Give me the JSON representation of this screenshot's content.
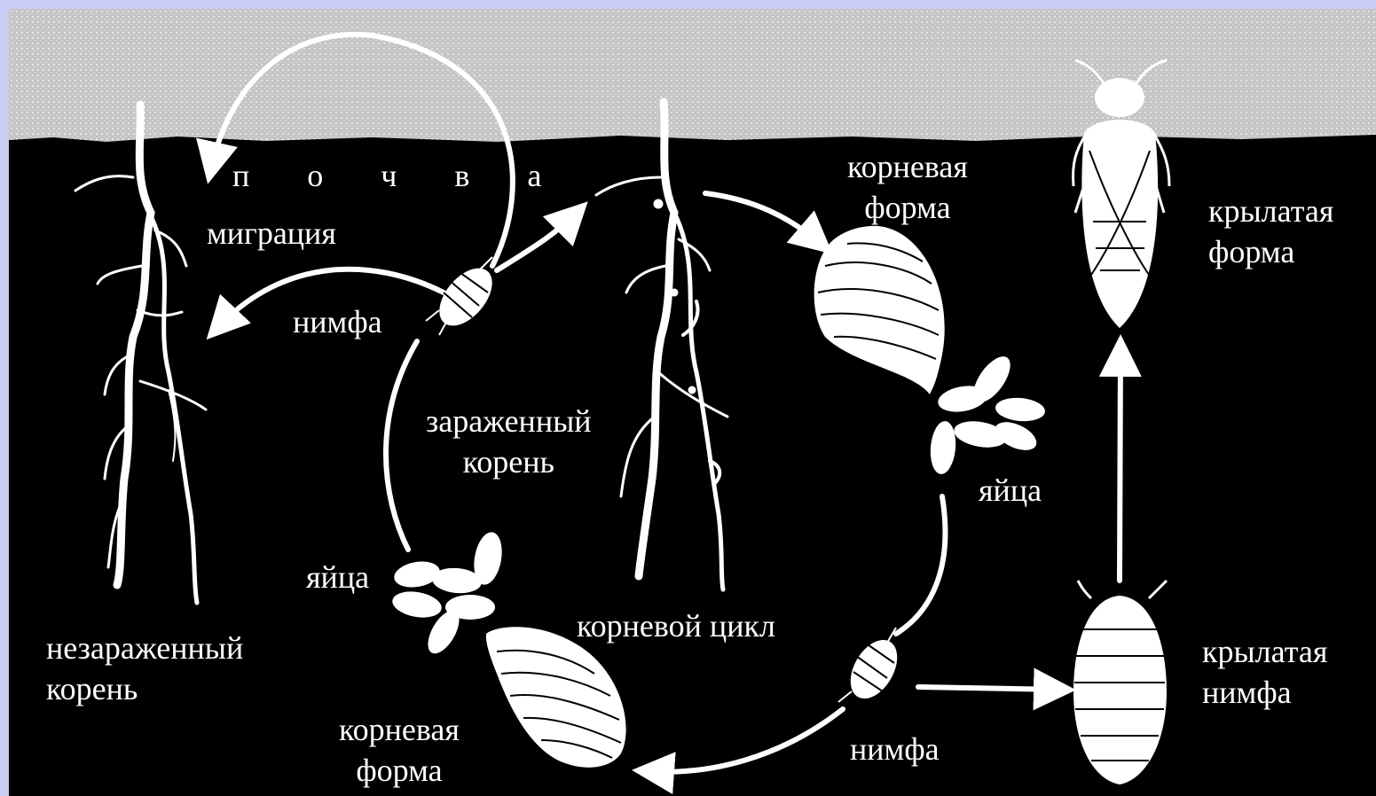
{
  "colors": {
    "frame": "#c9ccf4",
    "sky": "#c4c4c4",
    "soil": "#000000",
    "ink": "#ffffff"
  },
  "labels": {
    "soil": "п о ч в а",
    "migration": "миграция",
    "nymph_left": "нимфа",
    "infected_root_line1": "зараженный",
    "infected_root_line2": "корень",
    "root_form_top_line1": "корневая",
    "root_form_top_line2": "форма",
    "winged_form_line1": "крылатая",
    "winged_form_line2": "форма",
    "eggs_right": "яйца",
    "eggs_left": "яйца",
    "root_cycle": "корневой цикл",
    "uninfected_root_line1": "незараженный",
    "uninfected_root_line2": "корень",
    "root_form_bottom_line1": "корневая",
    "root_form_bottom_line2": "форма",
    "nymph_bottom": "нимфа",
    "winged_nymph_line1": "крылатая",
    "winged_nymph_line2": "нимфа"
  },
  "icons": {
    "uninfected_root": "root-icon",
    "infected_root": "root-icon",
    "root_form_aphid": "aphid-icon",
    "egg_cluster": "egg-cluster-icon",
    "nymph": "nymph-icon",
    "winged_form": "winged-aphid-icon",
    "winged_nymph": "winged-nymph-icon",
    "arrow": "arrow-icon"
  }
}
